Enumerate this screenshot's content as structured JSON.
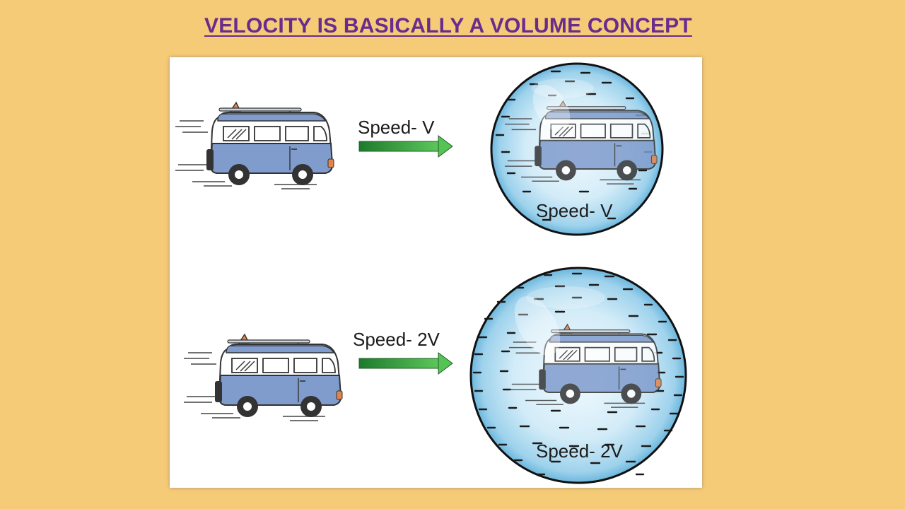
{
  "slide": {
    "title": "VELOCITY IS BASICALLY A VOLUME CONCEPT"
  },
  "diagram": {
    "top_row": {
      "arrow_label": "Speed- V",
      "bubble_label": "Speed- V"
    },
    "bottom_row": {
      "arrow_label": "Speed-  2V",
      "bubble_label": "Speed- 2V"
    }
  },
  "colors": {
    "background": "#f5cb78",
    "title": "#6a2b8e",
    "van_body": "#7f9ccd",
    "van_roof": "#ffffff",
    "arrow": "#2e9e3e",
    "bubble": "#a8d7ee"
  }
}
